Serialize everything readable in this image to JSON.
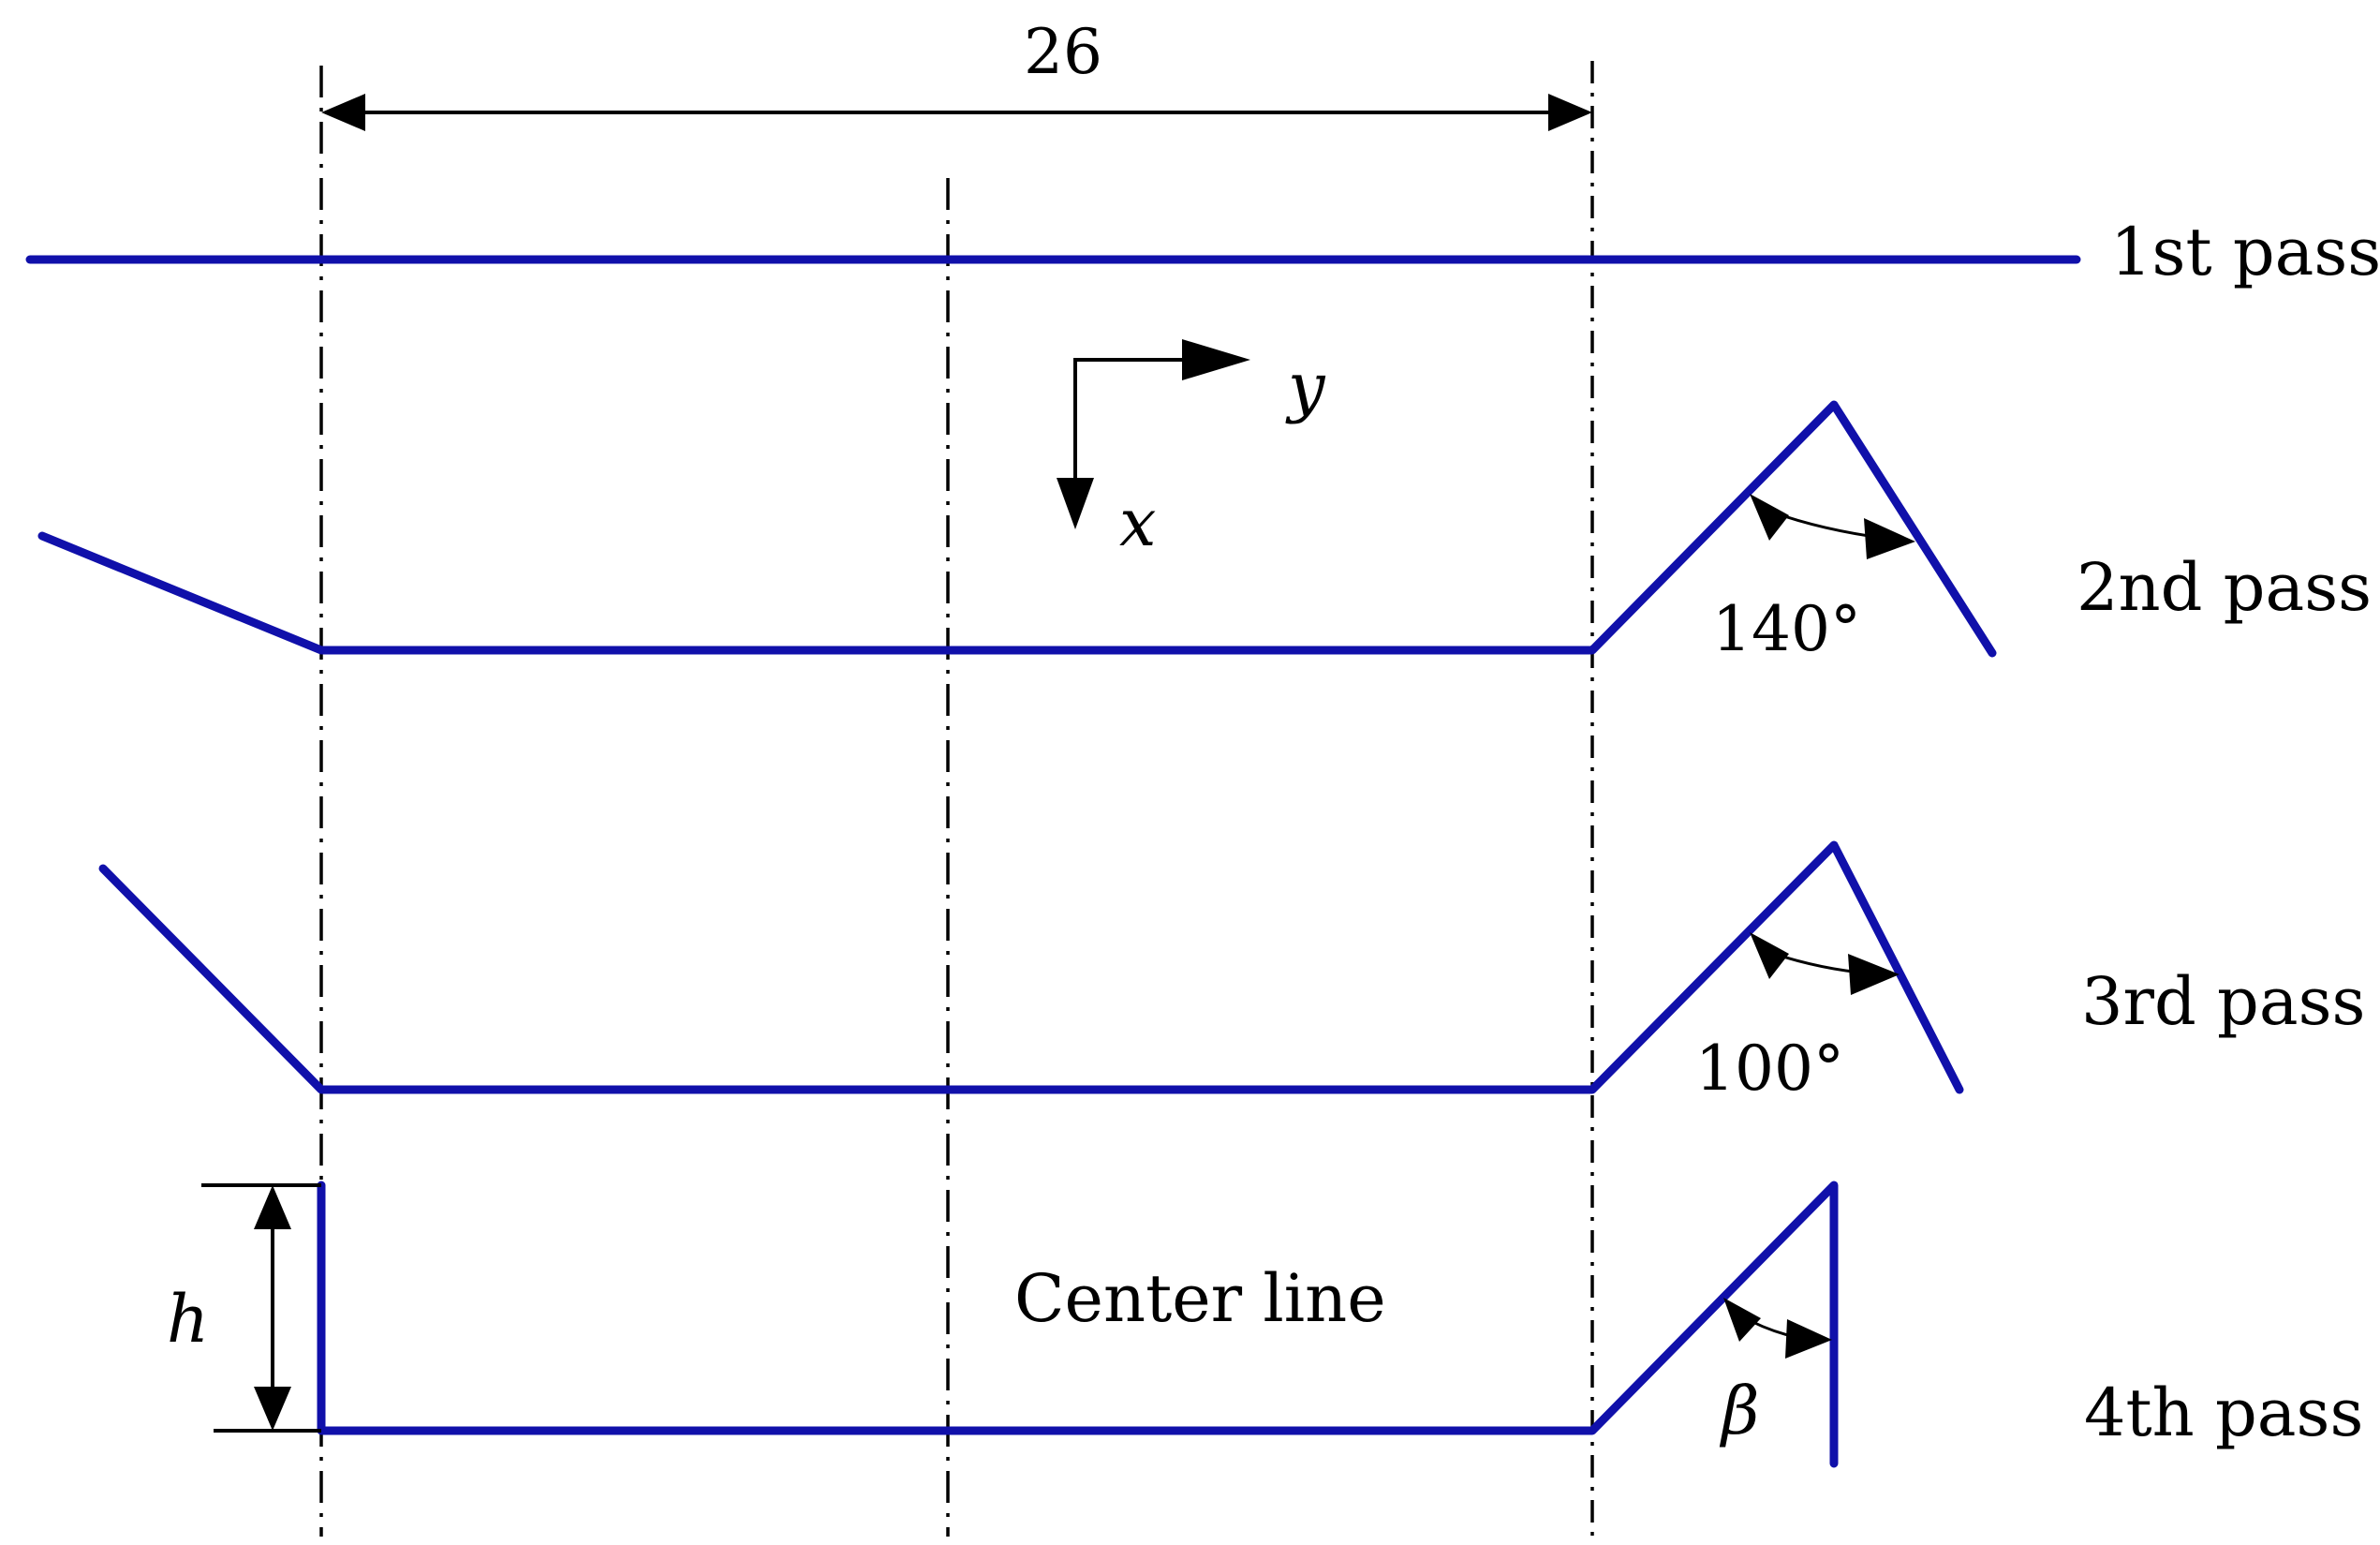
{
  "dimension": {
    "width_label": "26",
    "height_label": "h"
  },
  "axes": {
    "y_label": "y",
    "x_label": "x"
  },
  "centerline": {
    "label": "Center line"
  },
  "passes": [
    {
      "label": "1st pass",
      "angle": ""
    },
    {
      "label": "2nd pass",
      "angle": "140°"
    },
    {
      "label": "3rd pass",
      "angle": "100°"
    },
    {
      "label": "4th pass",
      "angle": "β"
    }
  ],
  "colors": {
    "profile": "#1010aa",
    "annotation": "#000000"
  }
}
